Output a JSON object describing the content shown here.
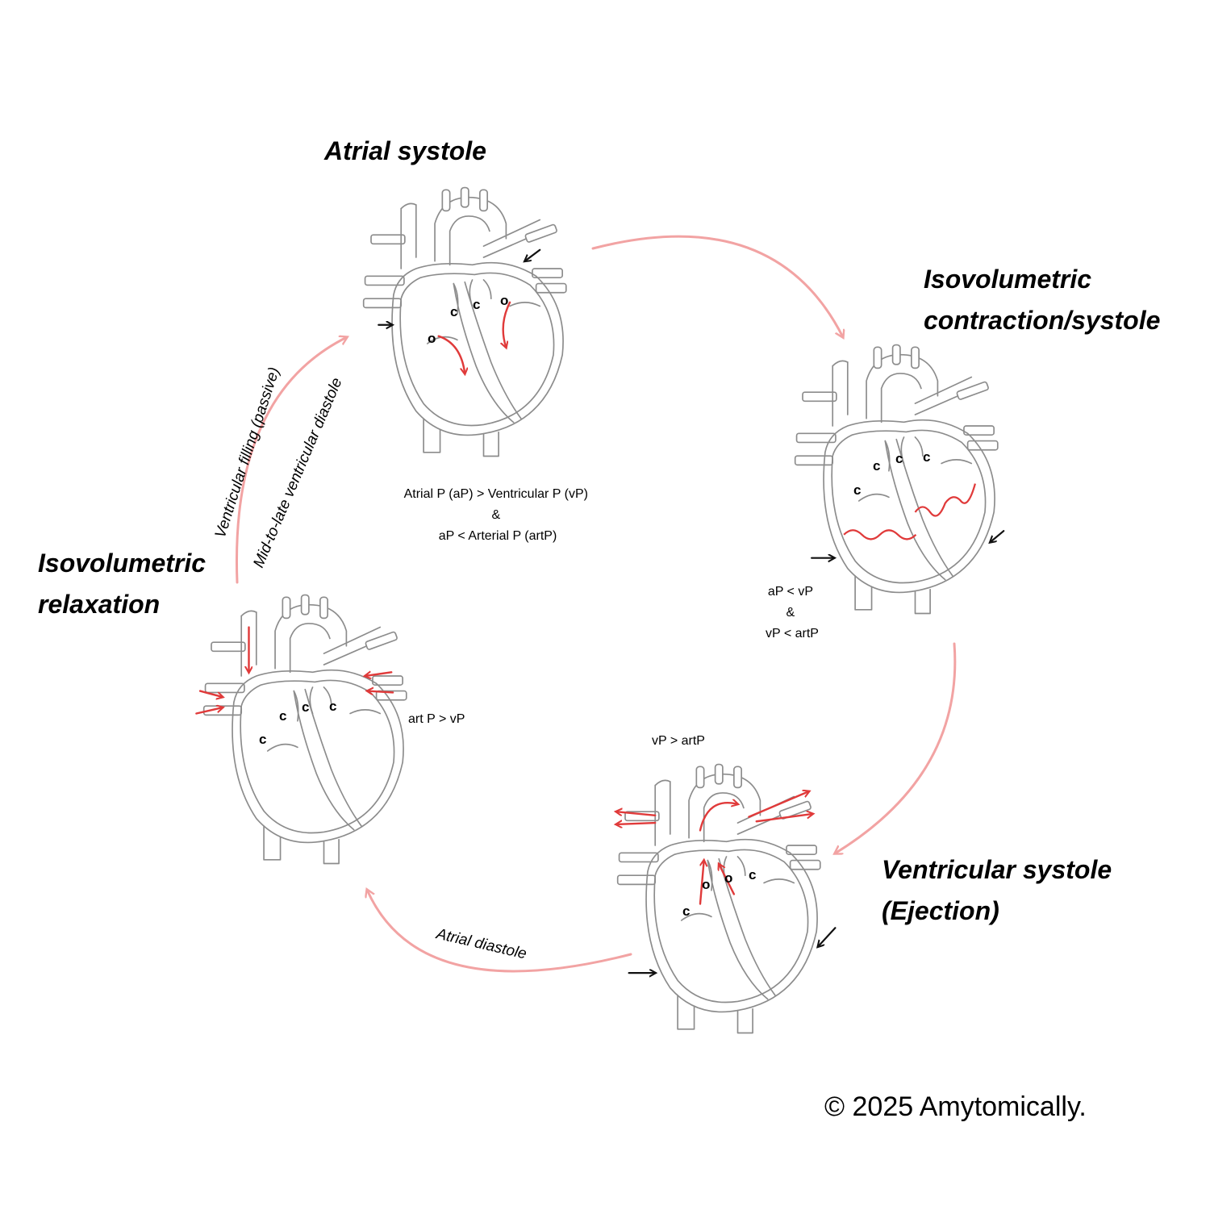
{
  "stages": {
    "atrial_systole": {
      "title": "Atrial systole",
      "condition": [
        "Atrial P (aP) > Ventricular P (vP)",
        "&",
        "aP < Arterial P (artP)"
      ],
      "valves": [
        "c",
        "c",
        "o",
        "o"
      ]
    },
    "isovolumetric_contraction": {
      "title": [
        "Isovolumetric",
        "contraction/systole"
      ],
      "condition": [
        "aP < vP",
        "&",
        "vP < artP"
      ],
      "valves": [
        "c",
        "c",
        "c",
        "c"
      ]
    },
    "ventricular_systole": {
      "title": [
        "Ventricular systole",
        "(Ejection)"
      ],
      "condition": "vP > artP",
      "valves": [
        "o",
        "o",
        "c",
        "c"
      ]
    },
    "isovolumetric_relaxation": {
      "title": [
        "Isovolumetric",
        "relaxation"
      ],
      "condition": "art P > vP",
      "valves": [
        "c",
        "c",
        "c",
        "c"
      ]
    }
  },
  "cycle_labels": {
    "ventricular_filling": "Ventricular filling (passive)",
    "mid_to_late_diastole": "Mid-to-late ventricular diastole",
    "atrial_diastole": "Atrial diastole"
  },
  "copyright": "© 2025 Amytomically.",
  "colors": {
    "flow": "#e03a3a",
    "cycle_arrow": "#f2a3a3",
    "outline": "#8c8c8c"
  }
}
